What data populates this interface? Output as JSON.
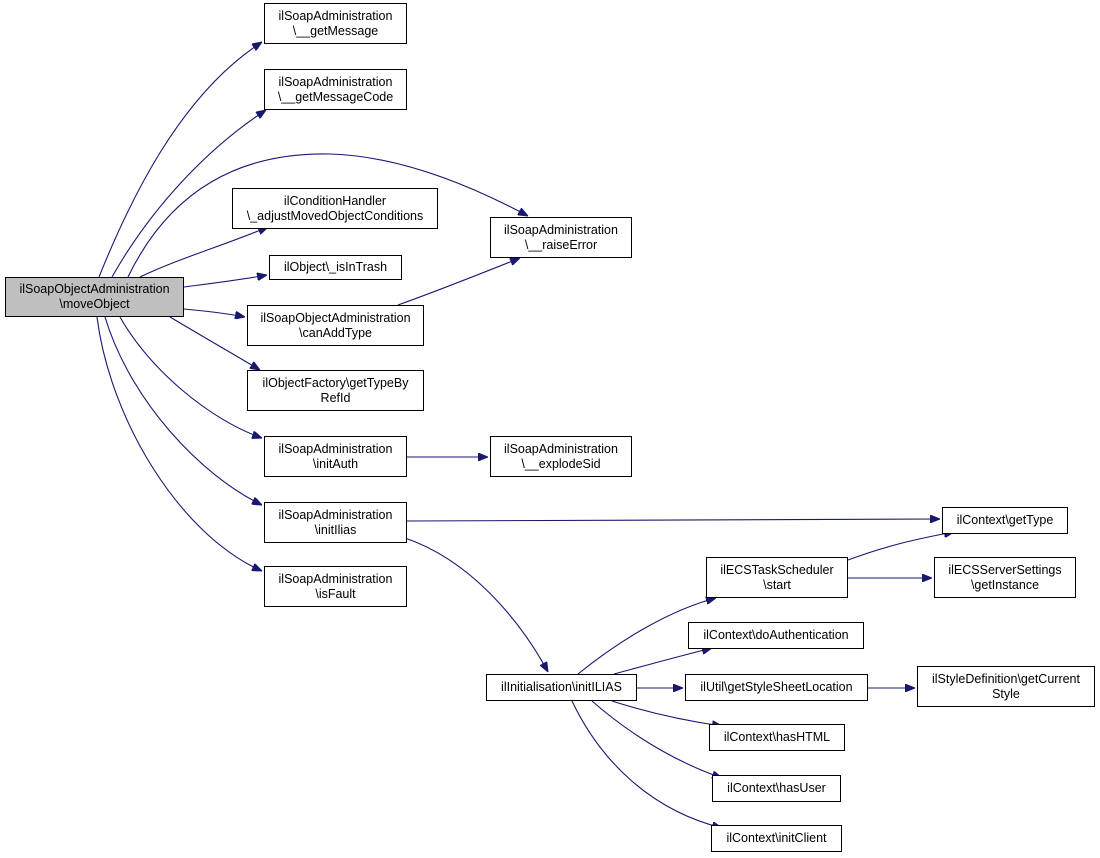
{
  "diagram": {
    "colors": {
      "edge": "#191970",
      "border": "#000000",
      "root_fill": "#bfbfbf",
      "node_fill": "#ffffff"
    },
    "nodes": {
      "root": {
        "line1": "ilSoapObjectAdministration",
        "line2": "\\moveObject"
      },
      "getMessage": {
        "line1": "ilSoapAdministration",
        "line2": "\\__getMessage"
      },
      "getMessageCode": {
        "line1": "ilSoapAdministration",
        "line2": "\\__getMessageCode"
      },
      "adjustMoved": {
        "line1": "ilConditionHandler",
        "line2": "\\_adjustMovedObjectConditions"
      },
      "isInTrash": {
        "line1": "ilObject\\_isInTrash"
      },
      "canAddType": {
        "line1": "ilSoapObjectAdministration",
        "line2": "\\canAddType"
      },
      "getTypeByRefId": {
        "line1": "ilObjectFactory\\getTypeBy",
        "line2": "RefId"
      },
      "initAuth": {
        "line1": "ilSoapAdministration",
        "line2": "\\initAuth"
      },
      "initIlias": {
        "line1": "ilSoapAdministration",
        "line2": "\\initIlias"
      },
      "isFault": {
        "line1": "ilSoapAdministration",
        "line2": "\\isFault"
      },
      "raiseError": {
        "line1": "ilSoapAdministration",
        "line2": "\\__raiseError"
      },
      "explodeSid": {
        "line1": "ilSoapAdministration",
        "line2": "\\__explodeSid"
      },
      "initILIAS2": {
        "line1": "ilInitialisation\\initILIAS"
      },
      "ecsStart": {
        "line1": "ilECSTaskScheduler",
        "line2": "\\start"
      },
      "doAuth": {
        "line1": "ilContext\\doAuthentication"
      },
      "styleSheet": {
        "line1": "ilUtil\\getStyleSheetLocation"
      },
      "hasHTML": {
        "line1": "ilContext\\hasHTML"
      },
      "hasUser": {
        "line1": "ilContext\\hasUser"
      },
      "initClient": {
        "line1": "ilContext\\initClient"
      },
      "getType": {
        "line1": "ilContext\\getType"
      },
      "ecsSettings": {
        "line1": "ilECSServerSettings",
        "line2": "\\getInstance"
      },
      "styleDef": {
        "line1": "ilStyleDefinition\\getCurrent",
        "line2": "Style"
      }
    },
    "edges": [
      [
        "root",
        "getMessage"
      ],
      [
        "root",
        "getMessageCode"
      ],
      [
        "root",
        "raiseError"
      ],
      [
        "root",
        "adjustMoved"
      ],
      [
        "root",
        "isInTrash"
      ],
      [
        "root",
        "canAddType"
      ],
      [
        "root",
        "getTypeByRefId"
      ],
      [
        "root",
        "initAuth"
      ],
      [
        "root",
        "initIlias"
      ],
      [
        "root",
        "isFault"
      ],
      [
        "canAddType",
        "raiseError"
      ],
      [
        "initAuth",
        "explodeSid"
      ],
      [
        "initIlias",
        "getType"
      ],
      [
        "initIlias",
        "initILIAS2"
      ],
      [
        "initILIAS2",
        "ecsStart"
      ],
      [
        "initILIAS2",
        "doAuth"
      ],
      [
        "initILIAS2",
        "styleSheet"
      ],
      [
        "initILIAS2",
        "hasHTML"
      ],
      [
        "initILIAS2",
        "hasUser"
      ],
      [
        "initILIAS2",
        "initClient"
      ],
      [
        "ecsStart",
        "getType"
      ],
      [
        "ecsStart",
        "ecsSettings"
      ],
      [
        "styleSheet",
        "styleDef"
      ]
    ]
  }
}
